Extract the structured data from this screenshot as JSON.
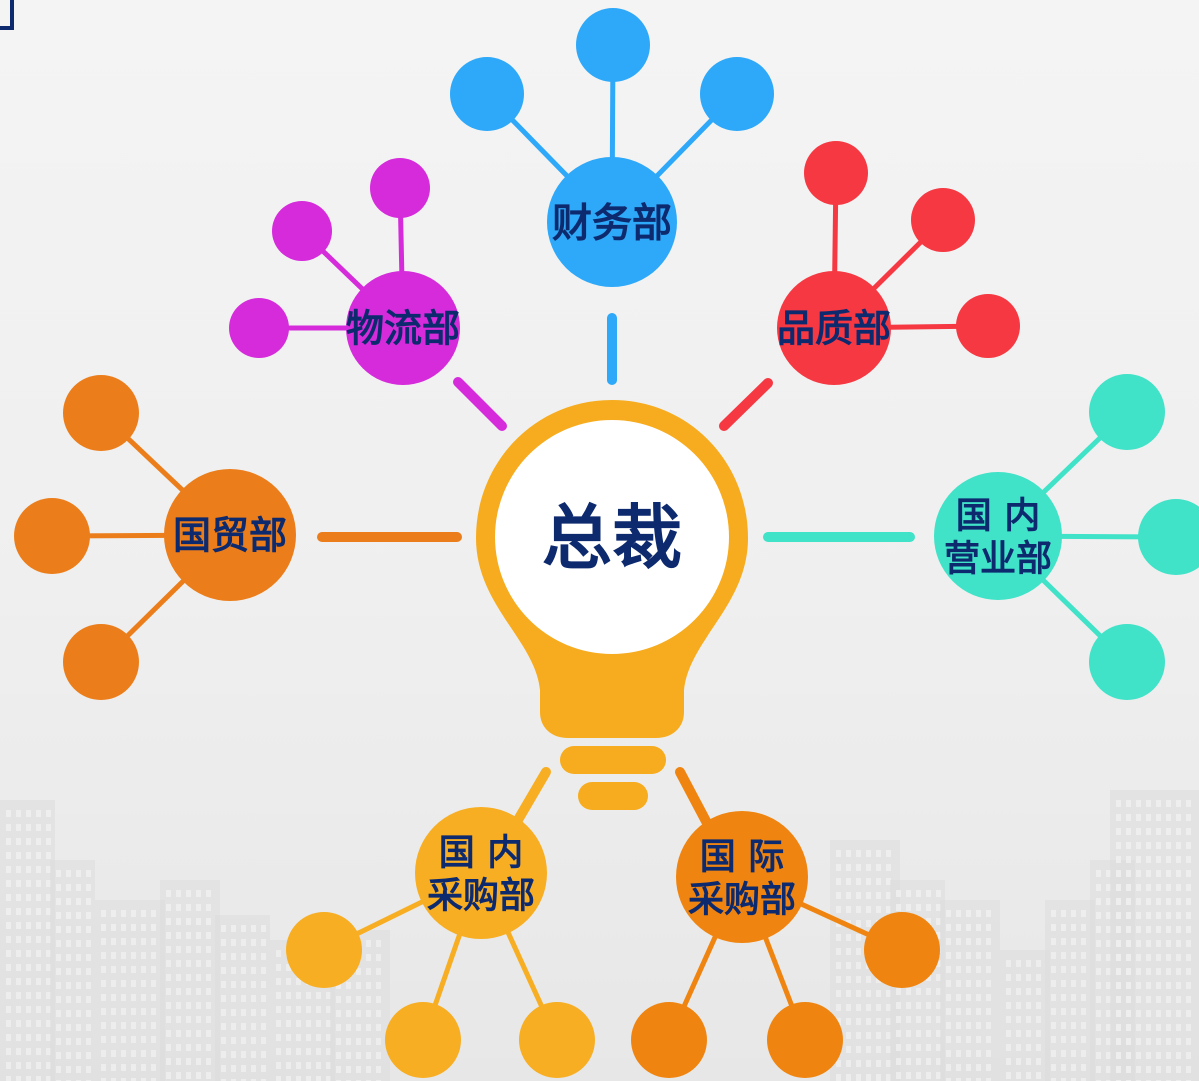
{
  "center": {
    "label": "总裁",
    "ring_color": "#F6AC1E"
  },
  "departments": [
    {
      "key": "finance",
      "lines": [
        "财务部"
      ],
      "color": "#2EA8F8",
      "leaf_count": 3
    },
    {
      "key": "quality",
      "lines": [
        "品质部"
      ],
      "color": "#F53842",
      "leaf_count": 3
    },
    {
      "key": "logistics",
      "lines": [
        "物流部"
      ],
      "color": "#D52BDB",
      "leaf_count": 3
    },
    {
      "key": "intl_trade",
      "lines": [
        "国贸部"
      ],
      "color": "#EB7E1B",
      "leaf_count": 3
    },
    {
      "key": "domestic_sales",
      "lines": [
        "国 内",
        "营业部"
      ],
      "color": "#40E2C8",
      "leaf_count": 3
    },
    {
      "key": "domestic_purchasing",
      "lines": [
        "国 内",
        "采购部"
      ],
      "color": "#F7AE22",
      "leaf_count": 3
    },
    {
      "key": "intl_purchasing",
      "lines": [
        "国 际",
        "采购部"
      ],
      "color": "#EF8510",
      "leaf_count": 3
    }
  ]
}
